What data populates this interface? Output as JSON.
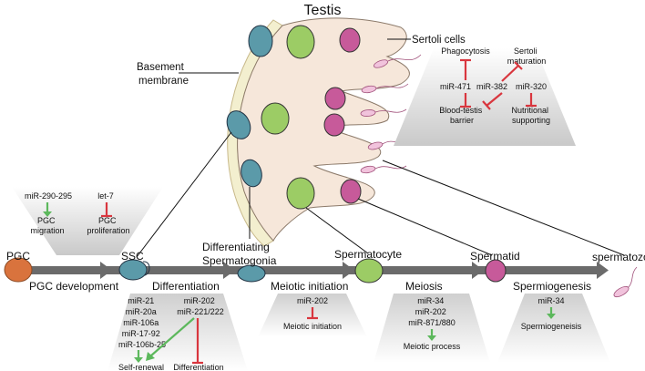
{
  "title": "Testis",
  "labels": {
    "basement_membrane": [
      "Basement",
      "membrane"
    ],
    "sertoli_cells": "Sertoli cells",
    "pgc": "PGC",
    "ssc": "SSC",
    "differentiating_spermatogonia": [
      "Differentiating",
      "Spermatogonia"
    ],
    "spermatocyte": "Spermatocyte",
    "spermatid": "Spermatid",
    "spermatozoa": "spermatozoa"
  },
  "stages": {
    "pgc_development": "PGC development",
    "differentiation": "Differentiation",
    "meiotic_initiation": "Meiotic initiation",
    "meiosis": "Meiosis",
    "spermiogenesis": "Spermiogenesis"
  },
  "sertoli_panel": {
    "phagocytosis": "Phagocytosis",
    "sertoli_maturation": [
      "Sertoli",
      "maturation"
    ],
    "mir_471": "miR-471",
    "mir_382": "miR-382",
    "mir_320": "miR-320",
    "blood_testis_barrier": [
      "Blood-testis",
      "barrier"
    ],
    "nutritional_supporting": [
      "Nutritional",
      "supporting"
    ]
  },
  "pgc_panel": {
    "mir_290_295": "miR-290-295",
    "let_7": "let-7",
    "pgc_migration": [
      "PGC",
      "migration"
    ],
    "pgc_proliferation": [
      "PGC",
      "proliferation"
    ]
  },
  "differentiation_panel": {
    "renewal_mirs": [
      "miR-21",
      "miR-20a",
      "miR-106a",
      "miR-17-92",
      "miR-106b-25"
    ],
    "diff_mirs": [
      "miR-202",
      "miR-221/222"
    ],
    "self_renewal": "Self-renewal",
    "differentiation": "Differentiation"
  },
  "meiotic_initiation_panel": {
    "mir": "miR-202",
    "effect": "Meiotic initiation"
  },
  "meiosis_panel": {
    "mirs": [
      "miR-34",
      "miR-202",
      "miR-871/880"
    ],
    "effect": "Meiotic process"
  },
  "spermiogenesis_panel": {
    "mir": "miR-34",
    "effect": "Spermiogeneisis"
  },
  "colors": {
    "activate": "#5cb85c",
    "inhibit": "#d9363e",
    "ssc_cell": "#5b9aa9",
    "spermatocyte_cell": "#9ccc65",
    "spermatid_cell": "#c75a9a",
    "pgc_cell": "#d9733d",
    "sertoli": "#f6e7da",
    "membrane": "#f3efcf",
    "main_arrow": "#6b6b6b"
  }
}
